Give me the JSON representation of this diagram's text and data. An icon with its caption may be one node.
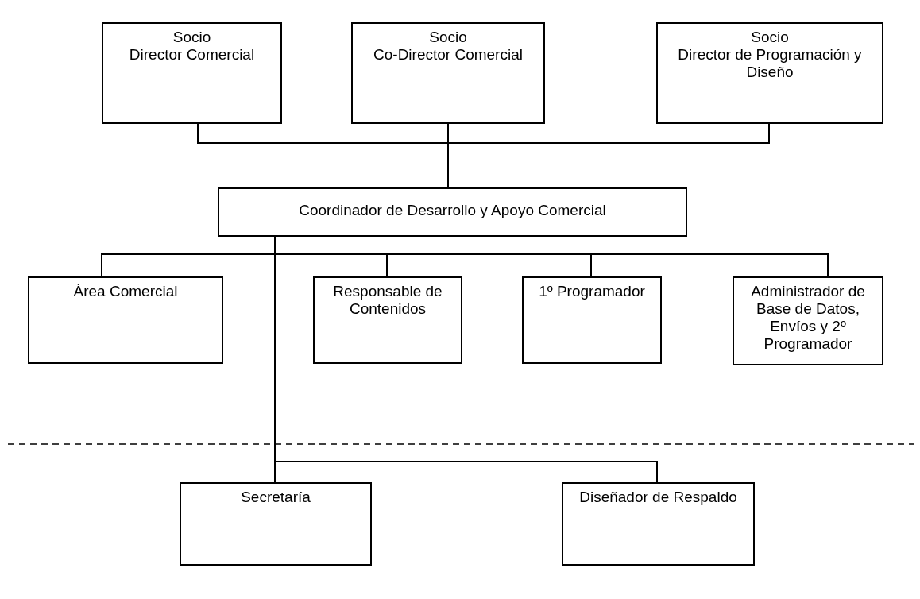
{
  "diagram": {
    "nodes": [
      {
        "text": [
          "Socio",
          "Director Comercial"
        ]
      },
      {
        "text": [
          "Socio",
          "Co-Director Comercial"
        ]
      },
      {
        "text": [
          "Socio",
          "Director de Programación y Diseño"
        ]
      },
      {
        "text": [
          "Coordinador de Desarrollo y Apoyo Comercial"
        ]
      },
      {
        "text": [
          "Área Comercial"
        ]
      },
      {
        "text": [
          "Responsable de Contenidos"
        ]
      },
      {
        "text": [
          "1º Programador"
        ]
      },
      {
        "text": [
          "Administrador de Base de Datos, Envíos y 2º Programador"
        ]
      },
      {
        "text": [
          "Secretaría"
        ]
      },
      {
        "text": [
          "Diseñador de Respaldo"
        ]
      }
    ],
    "edges": [
      {
        "from": 0,
        "to": 3,
        "arrow": "none"
      },
      {
        "from": 1,
        "to": 3,
        "arrow": "none"
      },
      {
        "from": 2,
        "to": 3,
        "arrow": "none"
      },
      {
        "from": 3,
        "to": 4,
        "arrow": "none"
      },
      {
        "from": 3,
        "to": 5,
        "arrow": "none"
      },
      {
        "from": 3,
        "to": 6,
        "arrow": "none"
      },
      {
        "from": 3,
        "to": 7,
        "arrow": "none"
      },
      {
        "from": 3,
        "to": 8,
        "arrow": "none"
      },
      {
        "from": 3,
        "to": 9,
        "arrow": "none"
      }
    ]
  }
}
